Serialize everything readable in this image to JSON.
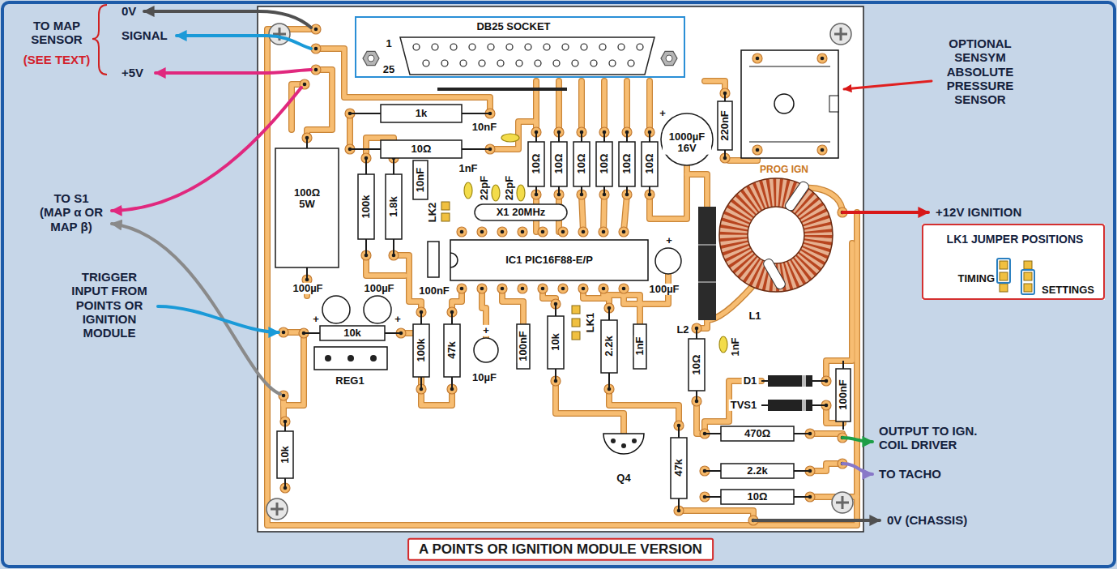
{
  "diagram": {
    "caption": "A POINTS OR IGNITION MODULE VERSION",
    "nodes": [
      {
        "text": [
          "DB25 SOCKET",
          "1",
          "25"
        ]
      },
      {
        "text": [
          "LK1 JUMPER POSITIONS",
          "TIMING",
          "SETTINGS"
        ]
      }
    ],
    "labels": [
      "0V",
      "TO MAP SENSOR",
      "(SEE TEXT)",
      "SIGNAL",
      "+5V",
      "TO S1 (MAP α OR MAP β)",
      "TRIGGER INPUT FROM POINTS OR IGNITION MODULE",
      "100Ω 5W",
      "1k",
      "10Ω",
      "10nF",
      "1nF",
      "22pF",
      "22pF",
      "10nF",
      "100k",
      "1.8k",
      "LK2",
      "X1 20MHz",
      "10Ω",
      "10Ω",
      "10Ω",
      "10Ω",
      "10Ω",
      "10Ω",
      "220nF",
      "+",
      "1000µF 16V",
      "PROG IGN",
      "IC1 PIC16F88-E/P",
      "100nF",
      "+",
      "100µF",
      "100µF",
      "100µF",
      "+",
      "+",
      "10k",
      "REG1",
      "100k",
      "47k",
      "+",
      "10µF",
      "100nF",
      "10k",
      "LK1",
      "2.2k",
      "1nF",
      "L2",
      "10Ω",
      "1nF",
      "L1",
      "D1",
      "TVS1",
      "100nF",
      "470Ω",
      "2.2k",
      "Q4",
      "47k",
      "10Ω",
      "10k",
      "OPTIONAL SENSYM ABSOLUTE PRESSURE SENSOR",
      "+12V IGNITION",
      "OUTPUT TO IGN. COIL DRIVER",
      "TO TACHO",
      "0V (CHASSIS)"
    ]
  }
}
